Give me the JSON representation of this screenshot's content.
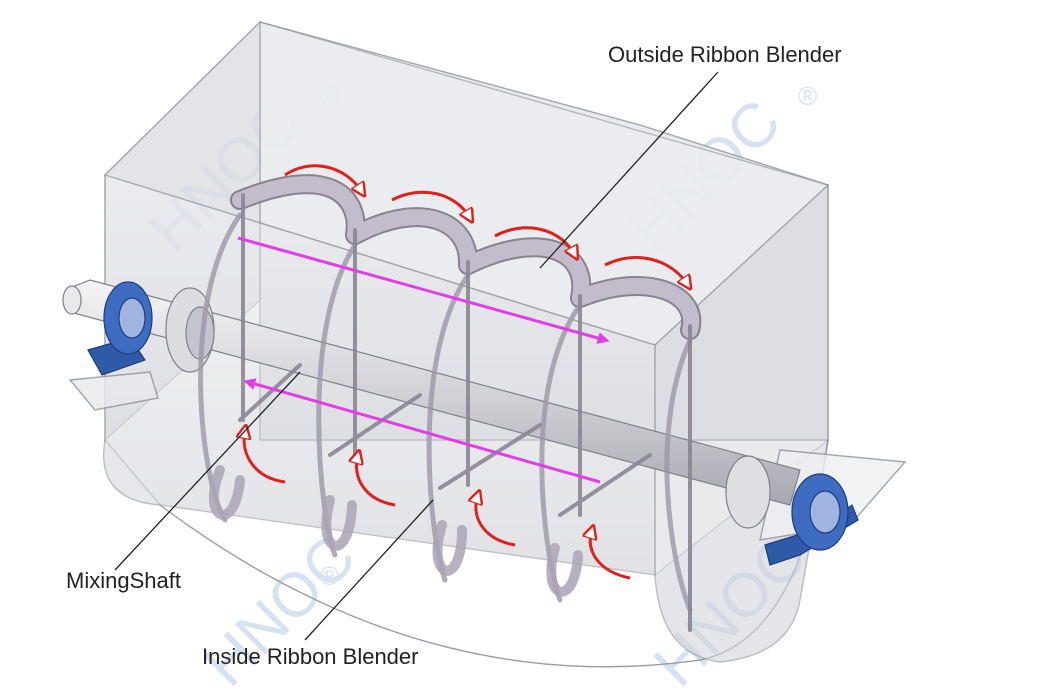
{
  "labels": {
    "outside_ribbon": "Outside Ribbon Blender",
    "mixing_shaft": "MixingShaft",
    "inside_ribbon": "Inside Ribbon Blender"
  },
  "watermark": {
    "text": "HNOC",
    "mark": "®"
  },
  "colors": {
    "background": "#ffffff",
    "trough_fill": "#dcdde2",
    "trough_stroke": "#8d8f99",
    "ribbon": "#b9b3c2",
    "ribbon_edge": "#7d7686",
    "shaft": "#d8d8dc",
    "bearing_blue": "#2f5aa8",
    "flow_arrow_red": "#e0201a",
    "flow_arrow_magenta": "#e23ee8",
    "watermark": "#c9d7ec",
    "leader_line": "#222222"
  },
  "icons": {
    "flow_arrows": "curved-arrow-icon",
    "axial_arrows": "straight-arrow-icon",
    "bearings": "bearing-block-icon"
  }
}
